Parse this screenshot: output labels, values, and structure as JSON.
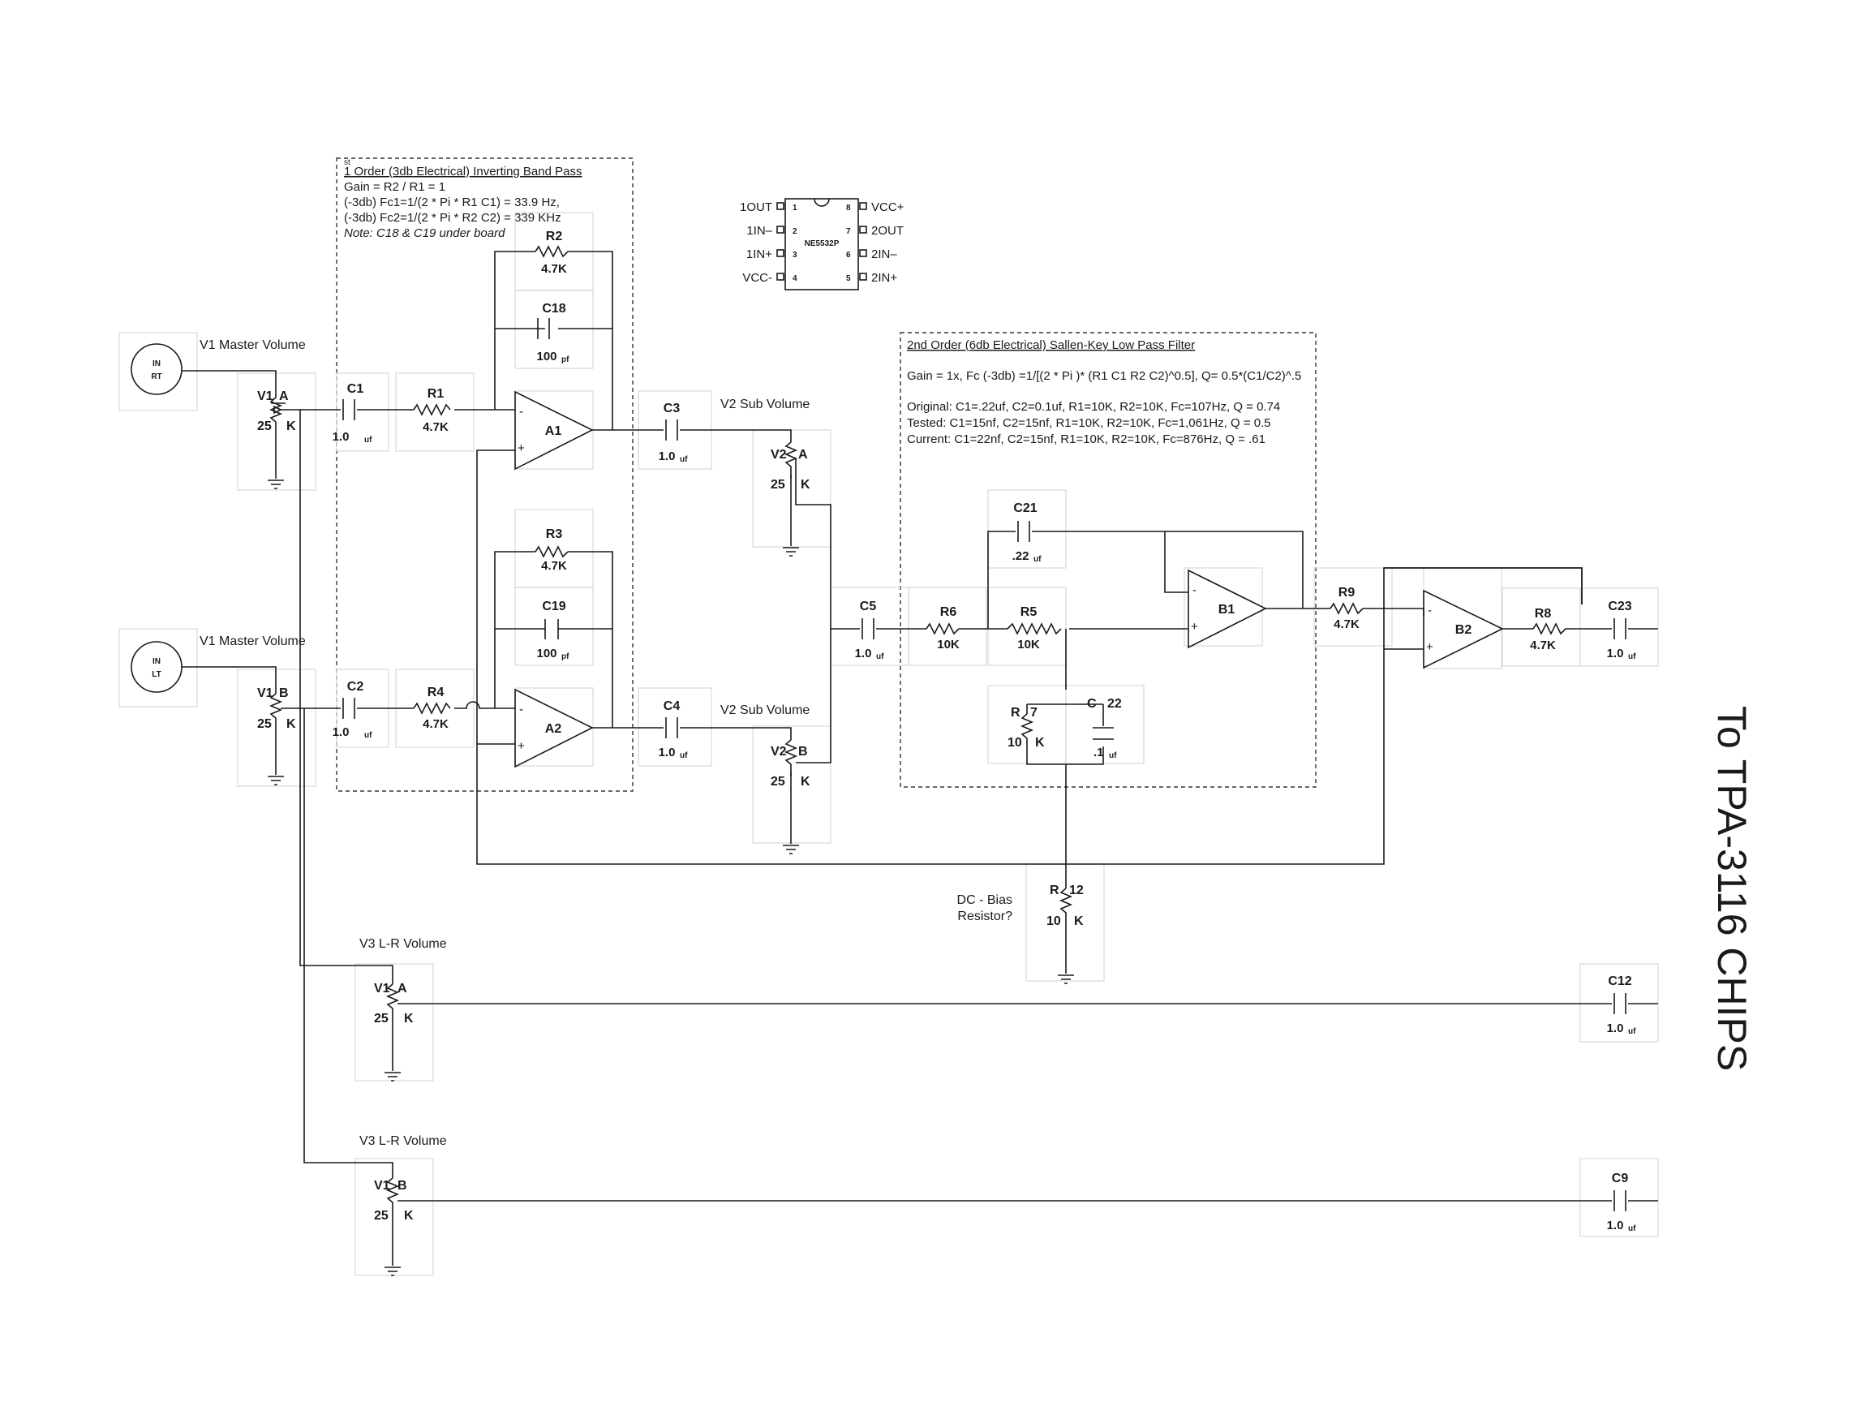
{
  "band_pass": {
    "heading_sup": "st",
    "heading": "1 Order (3db Electrical) Inverting  Band Pass",
    "gain": "Gain = R2 / R1 = 1",
    "fc1": "(-3db) Fc1=1/(2 * Pi * R1 C1) = 33.9 Hz,",
    "fc2": "(-3db) Fc2=1/(2 * Pi * R2 C2) = 339 KHz",
    "note": "Note: C18 & C19 under board"
  },
  "lowpass": {
    "heading": "2nd Order (6db Electrical) Sallen-Key  Low Pass Filter",
    "gain": "Gain = 1x,  Fc (-3db) =1/[(2 * Pi )* (R1 C1 R2 C2)^0.5], Q= 0.5*(C1/C2)^.5",
    "original": "Original:  C1=.22uf, C2=0.1uf, R1=10K, R2=10K, Fc=107Hz,  Q = 0.74",
    "tested": "Tested:  C1=15nf, C2=15nf, R1=10K, R2=10K, Fc=1,061Hz,  Q = 0.5",
    "current": "Current:  C1=22nf, C2=15nf, R1=10K, R2=10K, Fc=876Hz,  Q = .61"
  },
  "chip": {
    "name": "NE5532P",
    "pins_left": [
      "1OUT",
      "1IN–",
      "1IN+",
      "VCC-"
    ],
    "pins_right": [
      "VCC+",
      "2OUT",
      "2IN–",
      "2IN+"
    ],
    "nums_left": [
      "1",
      "2",
      "3",
      "4"
    ],
    "nums_right": [
      "8",
      "7",
      "6",
      "5"
    ]
  },
  "labels": {
    "in_rt": [
      "IN",
      "RT"
    ],
    "in_lt": [
      "IN",
      "LT"
    ],
    "v1_master": "V1 Master Volume",
    "v2_sub": "V2 Sub Volume",
    "v3_lr": "V3 L-R Volume",
    "dc_bias": [
      "DC - Bias",
      "Resistor?"
    ],
    "output": "To TPA-3116 CHIPS"
  },
  "components": {
    "R1": "4.7K",
    "R2": "4.7K",
    "R3": "4.7K",
    "R4": "4.7K",
    "R5": "10K",
    "R6": "10K",
    "R8": "4.7K",
    "R9": "4.7K",
    "C18": "100",
    "C19": "100",
    "C1": "1.0",
    "C2": "1.0",
    "C3": "1.0",
    "C4": "1.0",
    "C5": "1.0",
    "C21": ".22",
    "C22": ".1",
    "C23": "1.0",
    "C12": "1.0",
    "C9": "1.0",
    "pot": "25",
    "pot_unit": "K",
    "pot10": "10"
  },
  "units": {
    "pf": "pf",
    "uf": "uf"
  },
  "opamps": [
    "A1",
    "A2",
    "B1",
    "B2"
  ]
}
